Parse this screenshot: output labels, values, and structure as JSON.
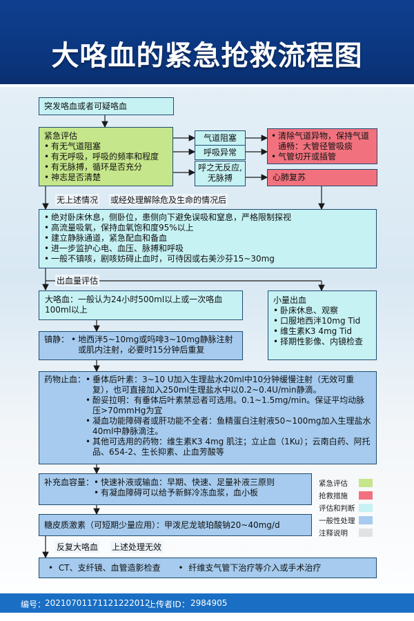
{
  "title": "大咯血的紧急抢救流程图",
  "start_box": "突发咯血或者可疑咯血",
  "assessment": {
    "heading": "紧急评估",
    "items": [
      "有无气道阻塞",
      "有无呼吸，呼吸的频率和程度",
      "有无脉搏，循环是否充分",
      "神志是否清楚"
    ]
  },
  "conditions": {
    "airway": "气道阻塞",
    "breathing": "呼吸异常",
    "no_pulse": "呼之无反应,无脉搏"
  },
  "rescue": {
    "items": [
      "清除气道异物，保持气道通畅：大管径管吸痰",
      "气管切开或插管"
    ],
    "cpr": "心肺复苏"
  },
  "labels": {
    "none_above": "无上述情况",
    "or_handled": "或经处理解除危及生命的情况后",
    "bleeding_eval": "出血量评估",
    "repeat": "反复大咯血",
    "ineffective": "上述处理无效"
  },
  "general_care": [
    "绝对卧床休息，侧卧位，患侧向下避免误吸和窒息，严格限制探视",
    "高流量吸氧，保持血氧饱和度95%以上",
    "建立静脉通道，紧急配血和备血",
    "进一步监护心电、血压、脉搏和呼吸",
    "一般不镇咳，剧咳妨碍止血时，可待因或右美沙芬15~30mg"
  ],
  "massive": "大咯血：一般认为24小时500ml以上或一次咯血100ml以上",
  "minor": {
    "heading": "小量出血",
    "items": [
      "卧床休息、观察",
      "口服地西泮10mg Tid",
      "维生素K3 4mg Tid",
      "择期性影像、内镜检查"
    ]
  },
  "sedation": {
    "prefix": "镇静：",
    "text": "地西泮5~10mg或吗啡3~10mg静脉注射或肌内注射，必要时15分钟后重复"
  },
  "hemostasis": {
    "prefix": "药物止血：",
    "items": [
      "垂体后叶素：3~10 U加入生理盐水20ml中10分钟缓慢注射（无效可重复），也可直接加入250ml生理盐水中以0.2~0.4U/min静滴。",
      "酚妥拉明：有垂体后叶素禁忌者可选用。0.1~1.5mg/min。保证平均动脉压>70mmHg为宜",
      "凝血功能障碍者或肝功能不全者：鱼精蛋白注射液50~100mg加入生理盐水40ml中静脉滴注。",
      "其他可选用的药物：维生素K3 4mg 肌注；立止血（1Ku）；云南白药、阿托品、654-2、生长抑素、止血芳酸等"
    ]
  },
  "volume": {
    "prefix": "补充血容量：",
    "items": [
      "快速补液或输血：早期、快速、足量补液三原则",
      "有凝血障碍可以给予新鲜冷冻血浆，血小板"
    ]
  },
  "steroid": "糖皮质激素（可短期少量应用）：甲泼尼龙琥珀酸钠20~40mg/d",
  "final": [
    "CT、支纤镜、血管造影检查",
    "纤维支气管下治疗等介入或手术治疗"
  ],
  "legend": [
    {
      "label": "紧急评估",
      "color": "#c5e68a"
    },
    {
      "label": "抢救措施",
      "color": "#f1727e"
    },
    {
      "label": "评估和判断",
      "color": "#c6f2f4"
    },
    {
      "label": "一般性处理",
      "color": "#a6cbee"
    },
    {
      "label": "注释说明",
      "color": "#dfe3e3"
    }
  ],
  "footer": {
    "id_label": "编号：",
    "id_value": "20210701171121222012",
    "uploader_label": "上传者ID：",
    "uploader_value": "2984905"
  }
}
